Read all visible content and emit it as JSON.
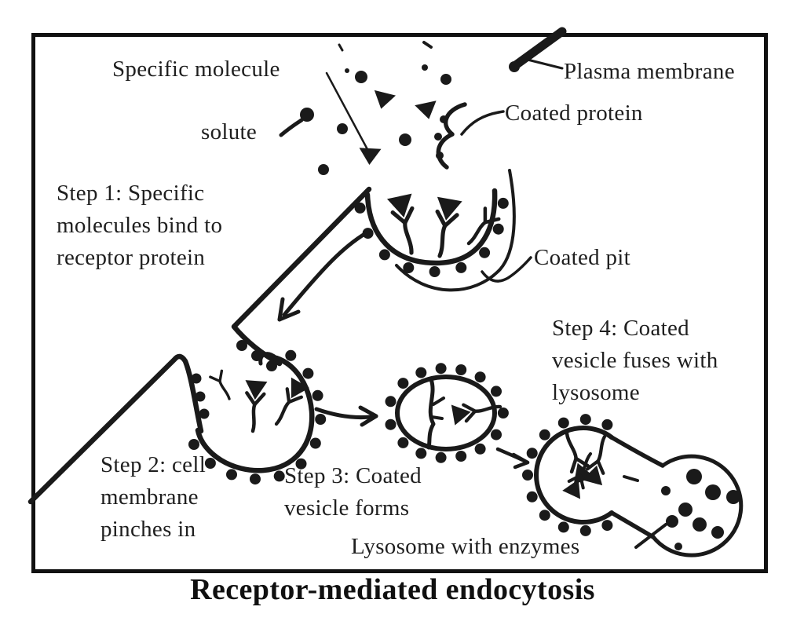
{
  "figure": {
    "caption": "Receptor-mediated endocytosis",
    "labels": {
      "specific_molecule": "Specific molecule",
      "plasma_membrane": "Plasma membrane",
      "coated_protein": "Coated protein",
      "solute": "solute",
      "coated_pit": "Coated pit",
      "lysosome_with_enzymes": "Lysosome with enzymes",
      "step1": {
        "lines": [
          "Step 1: Specific",
          "molecules bind to",
          "receptor protein"
        ]
      },
      "step2": {
        "lines": [
          "Step 2: cell",
          "membrane",
          "pinches in"
        ]
      },
      "step3": {
        "lines": [
          "Step 3: Coated",
          "vesicle forms"
        ]
      },
      "step4": {
        "lines": [
          "Step 4: Coated",
          "vesicle fuses with",
          "lysosome"
        ]
      }
    },
    "colors": {
      "ink": "#1a1a1a",
      "frame": "#111111",
      "background": "#ffffff"
    }
  }
}
